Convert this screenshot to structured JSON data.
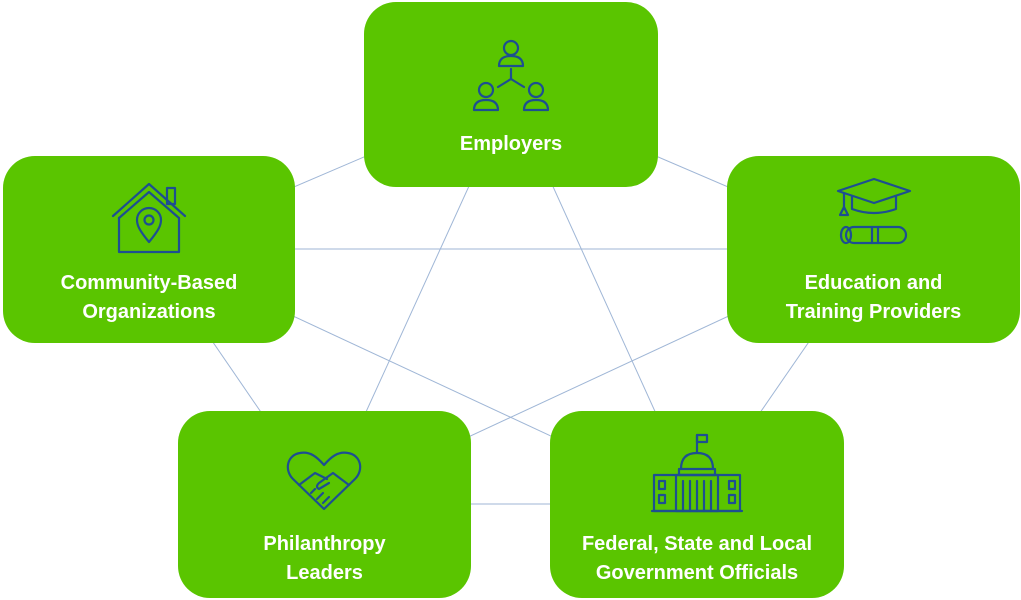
{
  "diagram": {
    "nodes": [
      {
        "id": "employers",
        "icon": "people-network-icon",
        "label_lines": [
          "Employers"
        ]
      },
      {
        "id": "community",
        "icon": "house-location-icon",
        "label_lines": [
          "Community-Based",
          "Organizations"
        ]
      },
      {
        "id": "education",
        "icon": "graduation-cap-diploma-icon",
        "label_lines": [
          "Education and",
          "Training Providers"
        ]
      },
      {
        "id": "philanthropy",
        "icon": "heart-handshake-icon",
        "label_lines": [
          "Philanthropy",
          "Leaders"
        ]
      },
      {
        "id": "government",
        "icon": "government-building-icon",
        "label_lines": [
          "Federal, State and Local",
          "Government Officials"
        ]
      }
    ],
    "edges": [
      [
        "employers",
        "community"
      ],
      [
        "employers",
        "education"
      ],
      [
        "employers",
        "philanthropy"
      ],
      [
        "employers",
        "government"
      ],
      [
        "community",
        "education"
      ],
      [
        "community",
        "philanthropy"
      ],
      [
        "community",
        "government"
      ],
      [
        "education",
        "philanthropy"
      ],
      [
        "education",
        "government"
      ],
      [
        "philanthropy",
        "government"
      ]
    ],
    "colors": {
      "node_fill": "#5ac500",
      "label_text": "#ffffff",
      "icon_stroke": "#1d4f91",
      "connector": "#9fb6d6"
    }
  }
}
